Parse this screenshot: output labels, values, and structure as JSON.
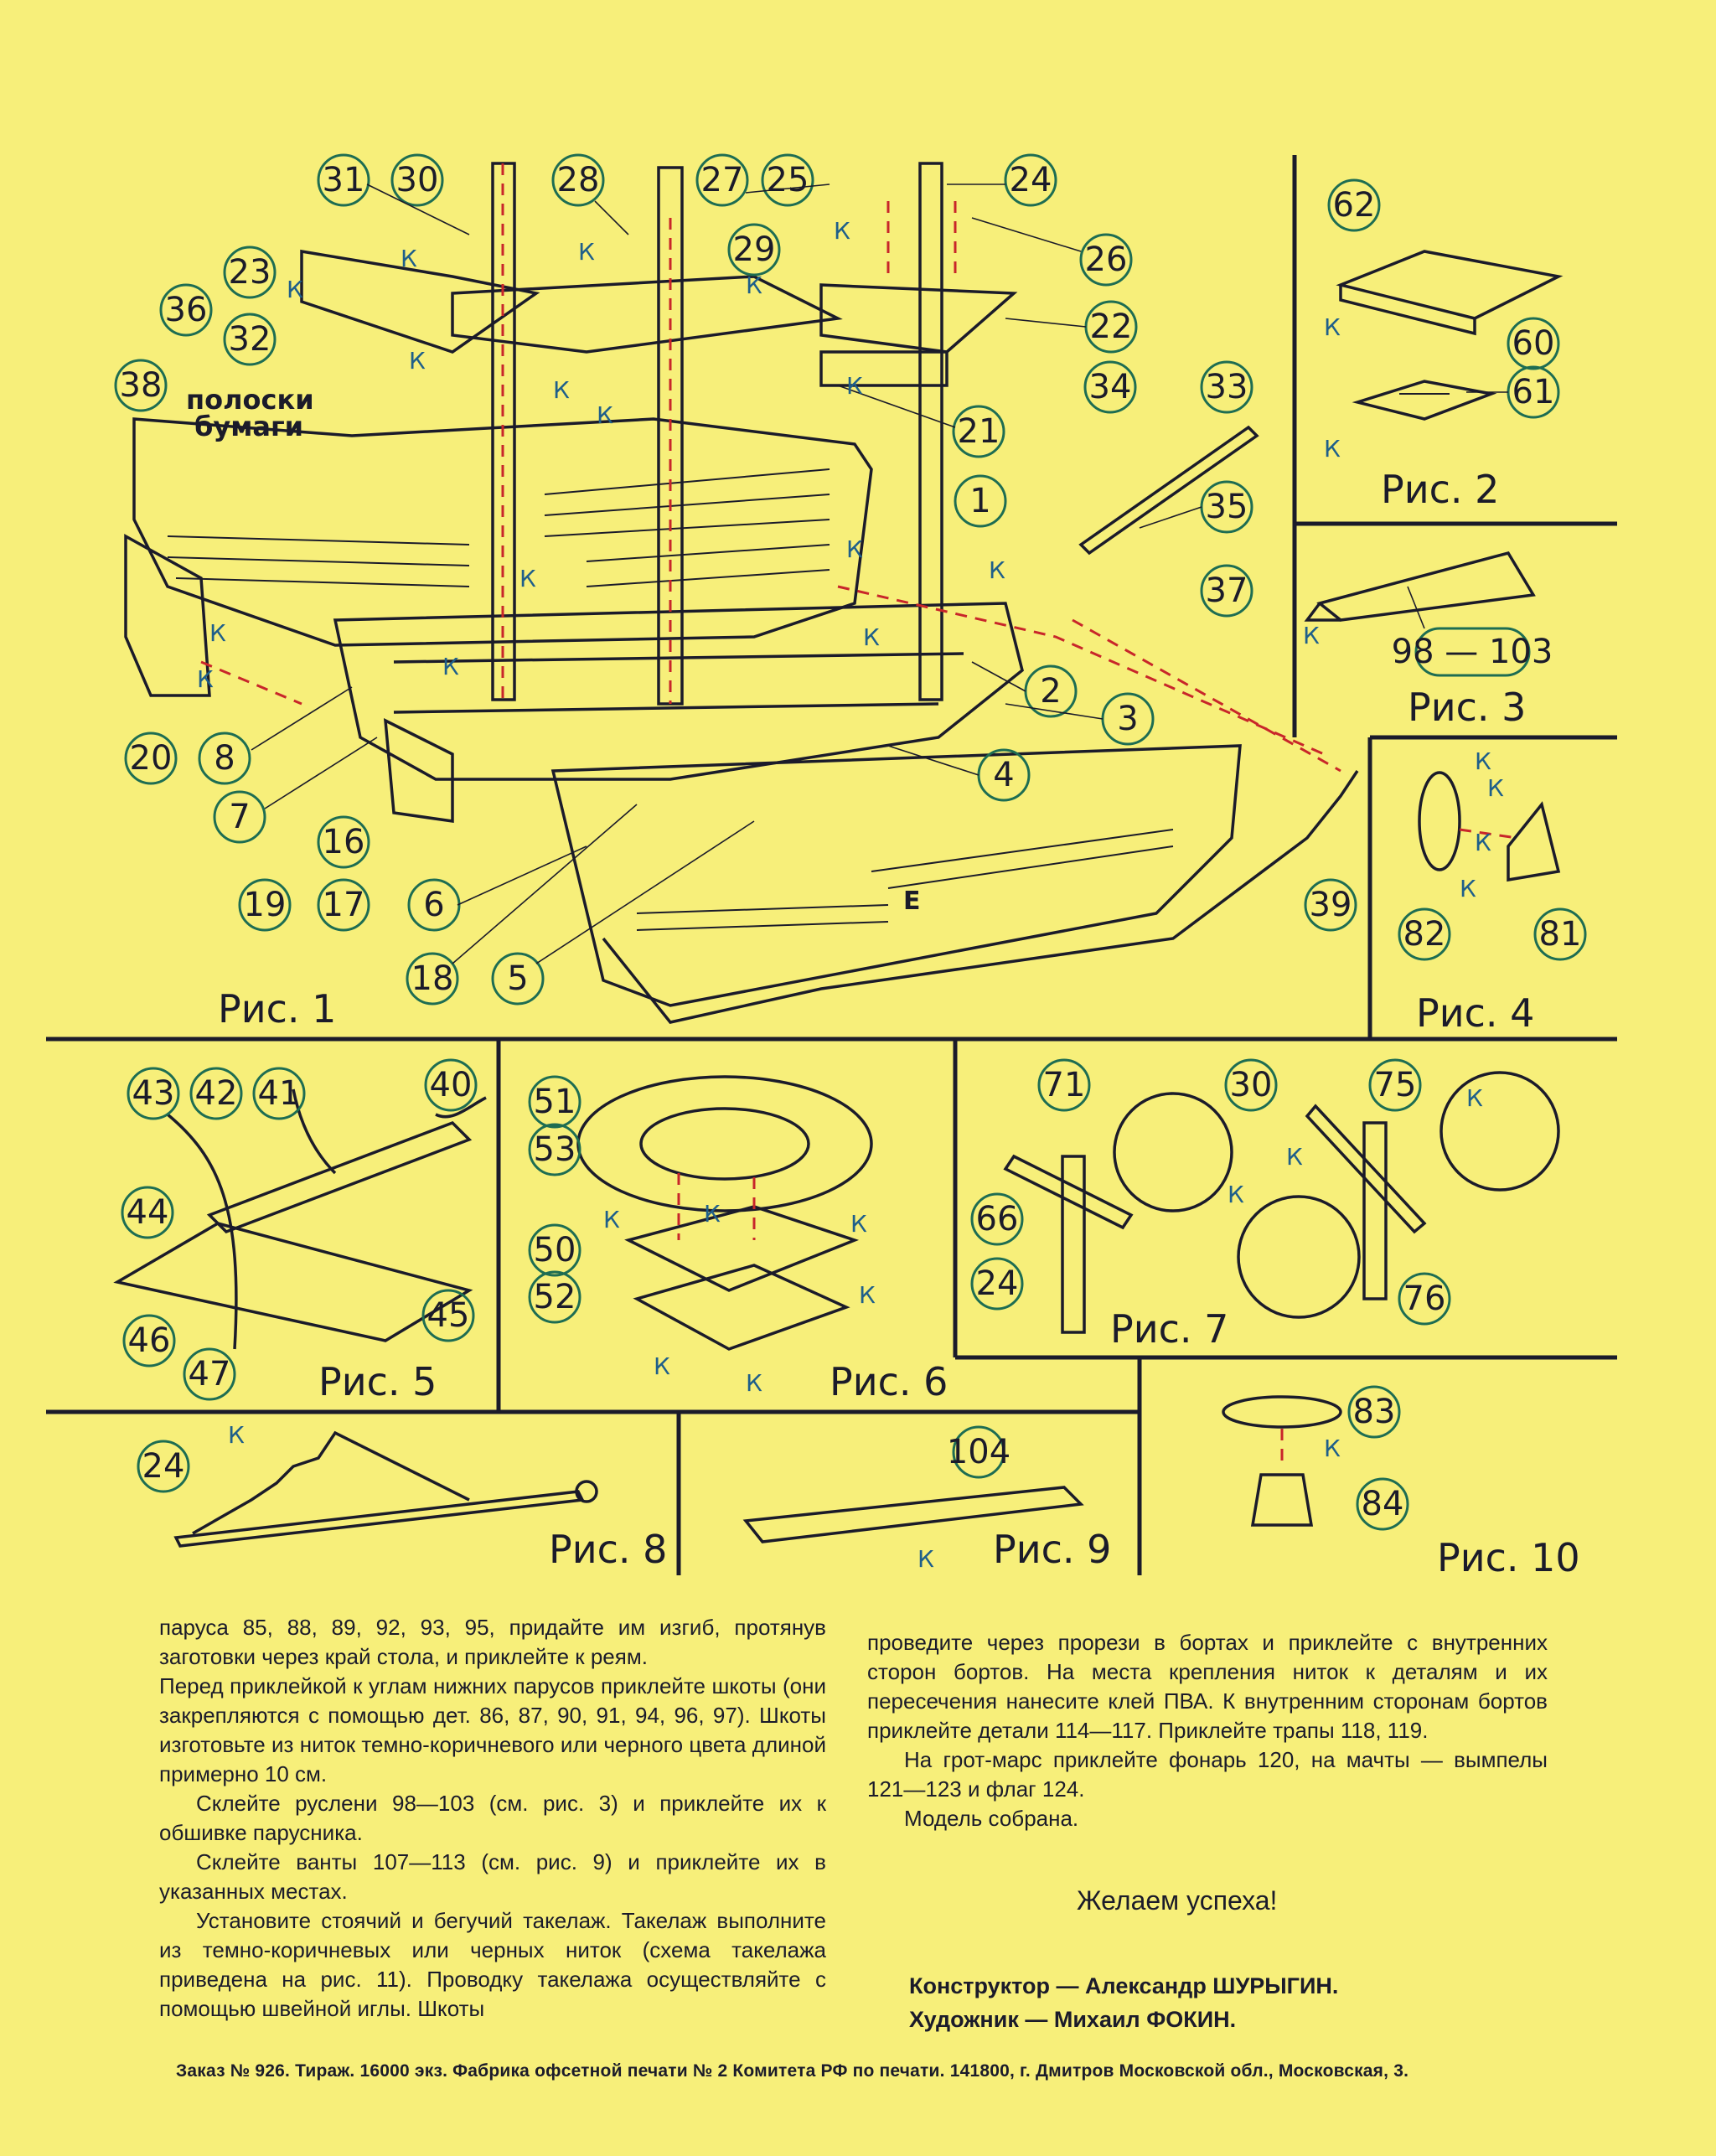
{
  "figures": {
    "fig1": "Рис. 1",
    "fig2": "Рис. 2",
    "fig3": "Рис. 3",
    "fig4": "Рис. 4",
    "fig5": "Рис. 5",
    "fig6": "Рис. 6",
    "fig7": "Рис. 7",
    "fig8": "Рис. 8",
    "fig9": "Рис. 9",
    "fig10": "Рис. 10"
  },
  "glue_mark": "К",
  "strips_label_1": "полоски",
  "strips_label_2": "бумаги",
  "letter_e": "Е",
  "fig1_parts": [
    "31",
    "30",
    "28",
    "27",
    "25",
    "24",
    "23",
    "29",
    "26",
    "32",
    "36",
    "22",
    "38",
    "34",
    "33",
    "21",
    "35",
    "1",
    "37",
    "2",
    "3",
    "4",
    "20",
    "8",
    "7",
    "39",
    "16",
    "19",
    "17",
    "6",
    "18",
    "5"
  ],
  "fig2_parts": [
    "62",
    "60",
    "61"
  ],
  "fig3_part": "98 — 103",
  "fig4_parts": [
    "82",
    "81"
  ],
  "fig5_parts": [
    "43",
    "42",
    "41",
    "40",
    "44",
    "45",
    "46",
    "47"
  ],
  "fig6_parts": [
    "51",
    "53",
    "50",
    "52"
  ],
  "fig7_parts": [
    "71",
    "30",
    "75",
    "66",
    "24",
    "76"
  ],
  "fig8_parts": [
    "24"
  ],
  "fig9_parts": [
    "104"
  ],
  "fig10_parts": [
    "83",
    "84"
  ],
  "text_left": [
    "паруса 85, 88, 89, 92, 93, 95, придайте им изгиб, протянув заготовки через край стола, и приклейте к реям.",
    "Перед приклейкой к углам нижних парусов приклейте шкоты (они закрепляются с помощью дет. 86, 87, 90, 91, 94, 96, 97). Шкоты изготовьте из ниток темно-коричневого или черного цвета длиной примерно 10 см.",
    "Склейте руслени 98—103 (см. рис. 3) и приклейте их к обшивке парусника.",
    "Склейте ванты 107—113 (см. рис. 9) и приклейте их в указанных местах.",
    "Установите стоячий и бегучий такелаж. Такелаж выполните из темно-коричневых или черных ниток (схема такелажа приведена на рис. 11). Проводку такелажа осуществляйте с помощью швейной иглы. Шкоты"
  ],
  "text_right": [
    "проведите через прорези в бортах и приклейте с внутренних сторон бортов. На места крепления ниток к деталям и их пересечения нанесите клей ПВА. К внутренним сторонам бортов приклейте детали 114—117. Приклейте трапы 118, 119.",
    "На грот-марс приклейте фонарь 120, на мачты — вымпелы 121—123 и флаг 124.",
    "Модель собрана."
  ],
  "wish": "Желаем успеха!",
  "credits": {
    "designer": "Конструктор — Александр ШУРЫГИН.",
    "artist": "Художник — Михаил ФОКИН."
  },
  "footer": "Заказ № 926. Тираж. 16000 экз. Фабрика офсетной печати № 2 Комитета РФ по печати. 141800, г. Дмитров Московской обл., Московская, 3."
}
